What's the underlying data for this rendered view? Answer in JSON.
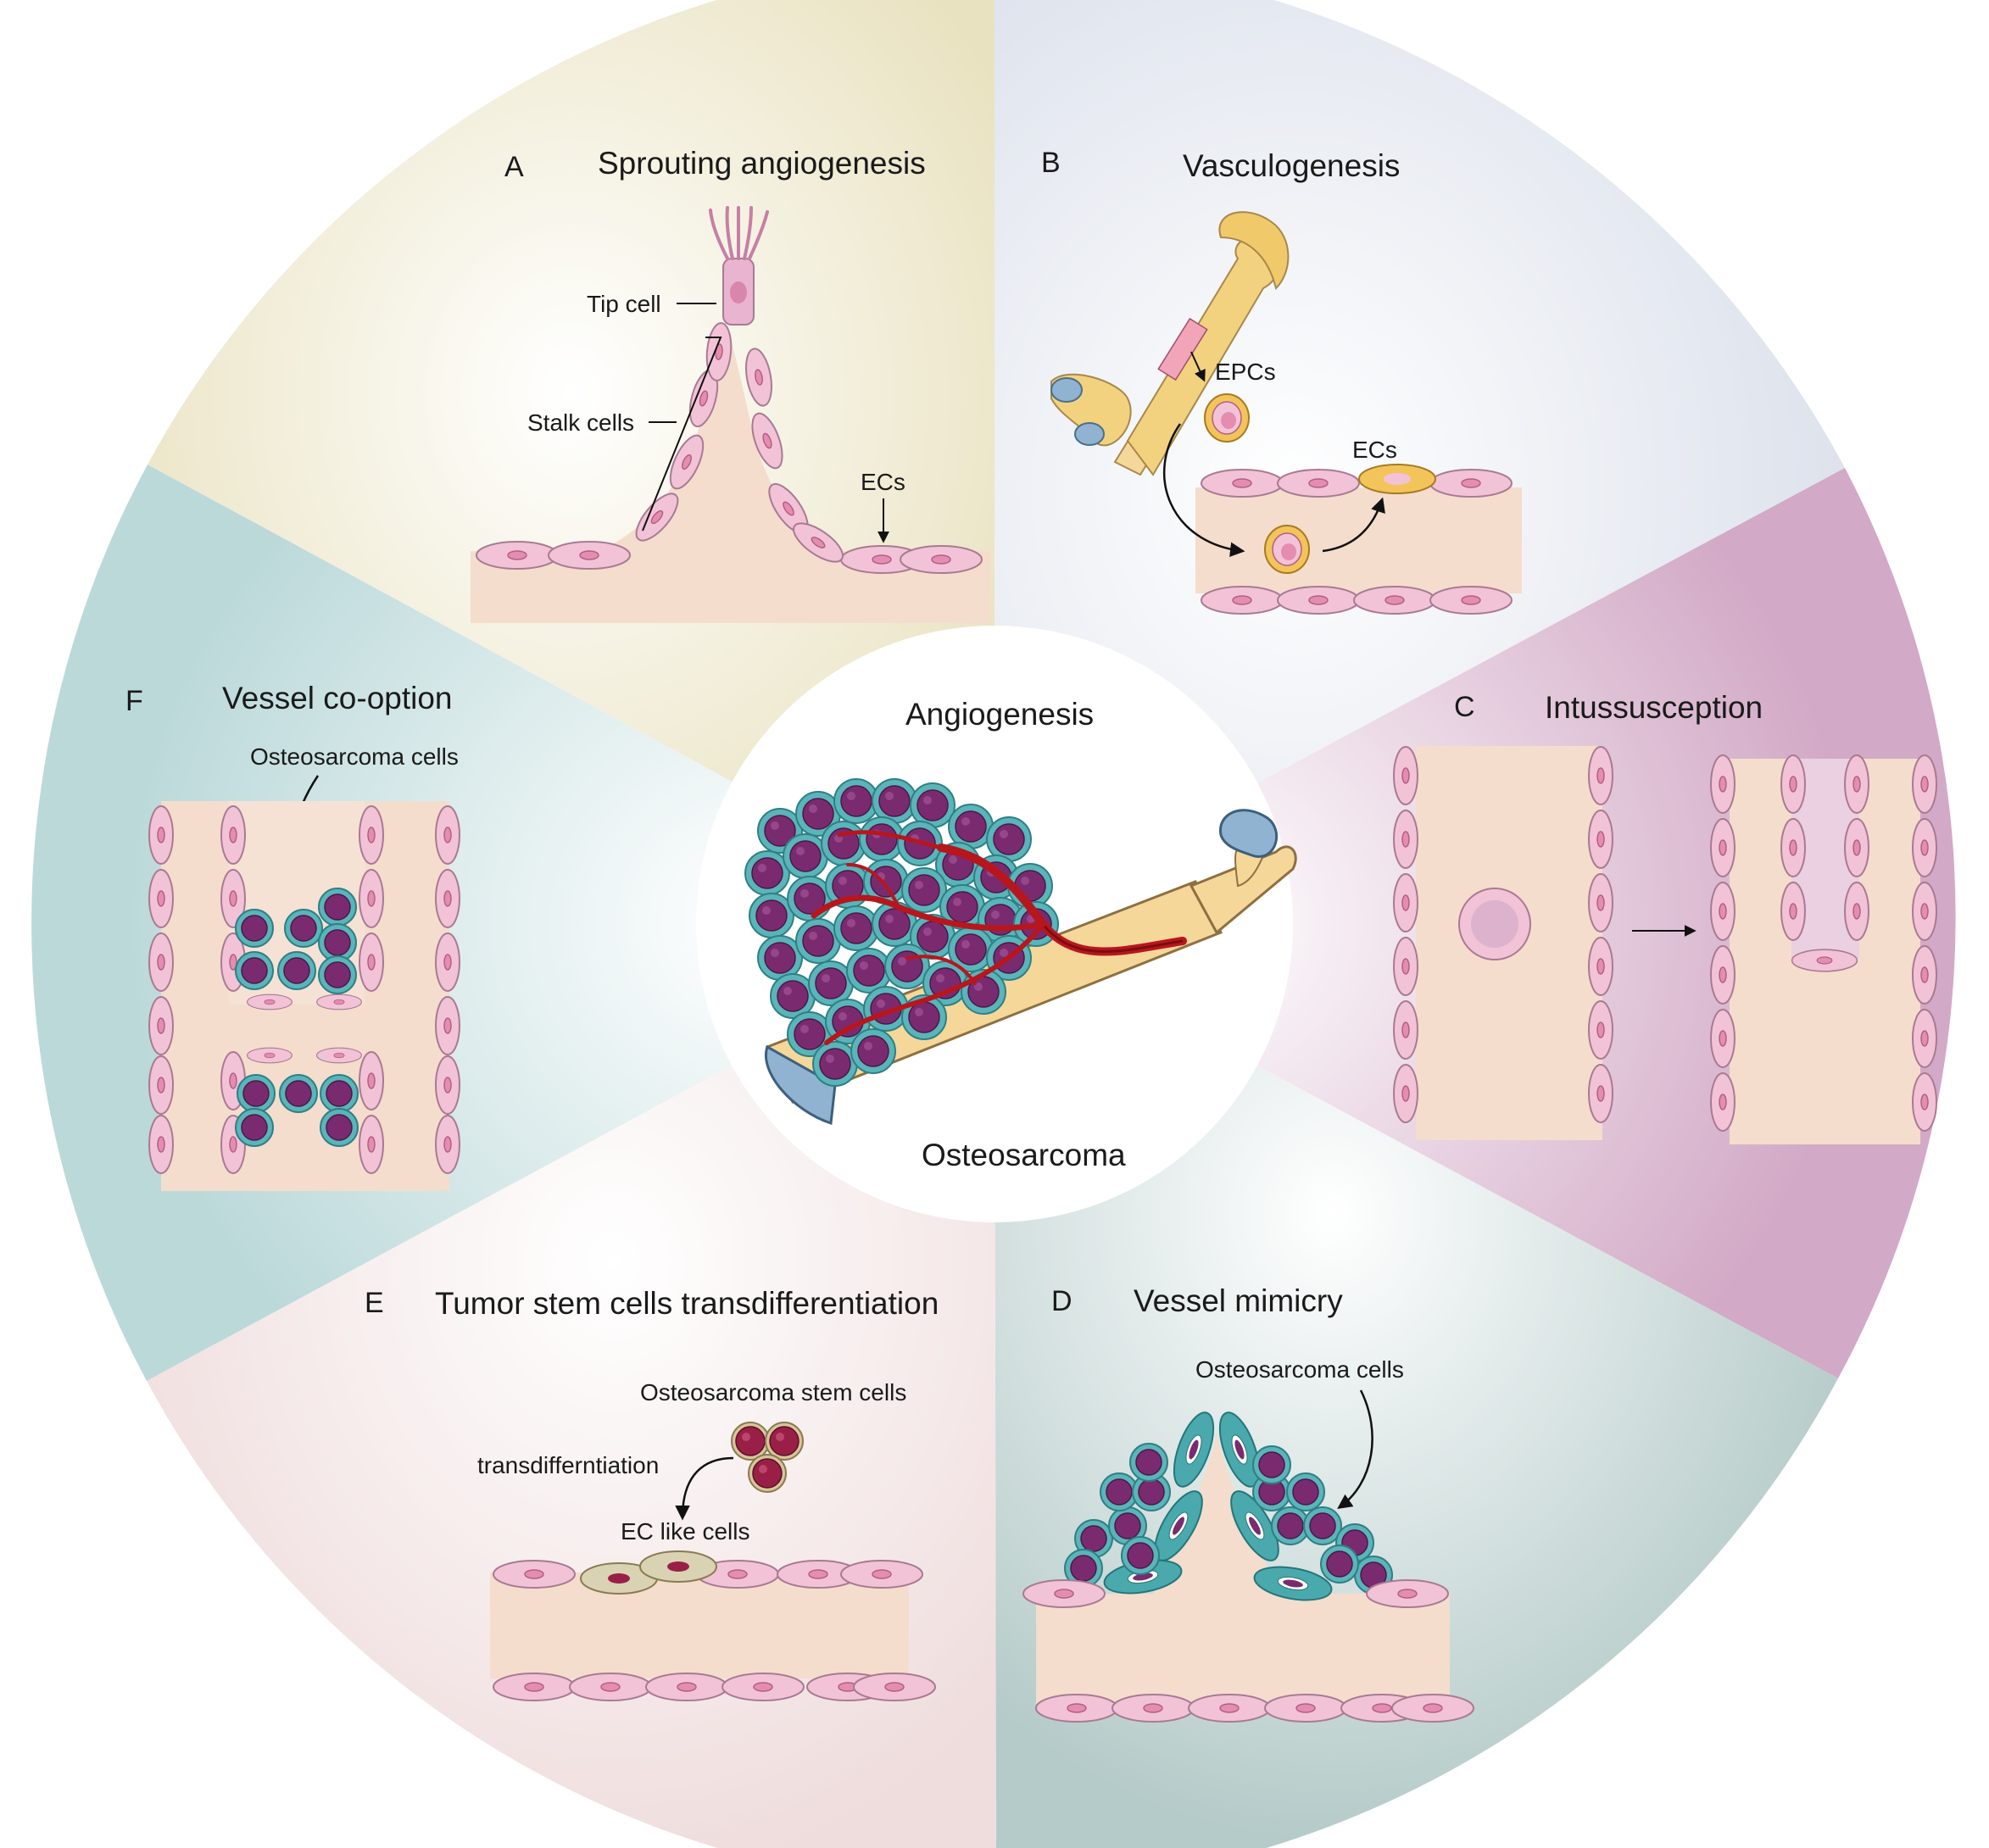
{
  "center": {
    "title": "Angiogenesis",
    "subtitle": "Osteosarcoma"
  },
  "panels": {
    "A": {
      "letter": "A",
      "title": "Sprouting angiogenesis",
      "labels": {
        "tip": "Tip cell",
        "stalk": "Stalk cells",
        "ecs": "ECs"
      }
    },
    "B": {
      "letter": "B",
      "title": "Vasculogenesis",
      "labels": {
        "epcs": "EPCs",
        "ecs": "ECs"
      }
    },
    "C": {
      "letter": "C",
      "title": "Intussusception"
    },
    "D": {
      "letter": "D",
      "title": "Vessel mimicry",
      "labels": {
        "cells": "Osteosarcoma  cells"
      }
    },
    "E": {
      "letter": "E",
      "title": "Tumor stem cells transdifferentiation",
      "labels": {
        "stem": "Osteosarcoma stem cells",
        "trans": "transdifferntiation",
        "eclike": "EC like cells"
      }
    },
    "F": {
      "letter": "F",
      "title": "Vessel co-option",
      "labels": {
        "cells": "Osteosarcoma  cells"
      }
    }
  },
  "colors": {
    "A": "#ece6c6",
    "B": "#e2e6ee",
    "C": "#dbb9d2",
    "D": "#bfd3d1",
    "E": "#f1e2e2",
    "F": "#c5dfe0",
    "vessel": "#f4ddcc",
    "ec": "#f2c3d6",
    "tumor": "#7a2b70",
    "tumor_rim": "#59b5b9",
    "blood": "#b8161d",
    "bone": "#f5d79a",
    "cartilage": "#8fb3d0"
  }
}
